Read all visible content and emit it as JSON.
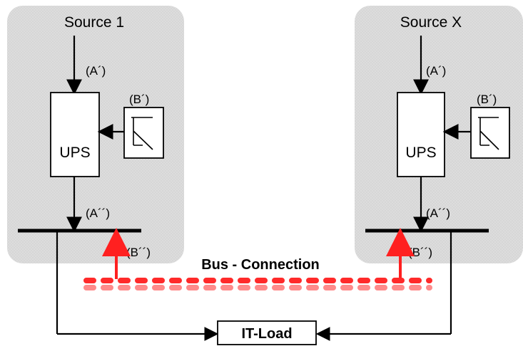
{
  "diagram": {
    "source_left": "Source 1",
    "source_right": "Source X",
    "ups_left": "UPS",
    "ups_right": "UPS",
    "labels": {
      "a_prime_left": "(A´)",
      "b_prime_left": "(B´)",
      "a_double_left": "(A´´)",
      "b_double_left": "(B´´)",
      "a_prime_right": "(A´)",
      "b_prime_right": "(B´)",
      "a_double_right": "(A´´)",
      "b_double_right": "(B´´)"
    },
    "bus_connection": "Bus - Connection",
    "it_load": "IT-Load"
  }
}
